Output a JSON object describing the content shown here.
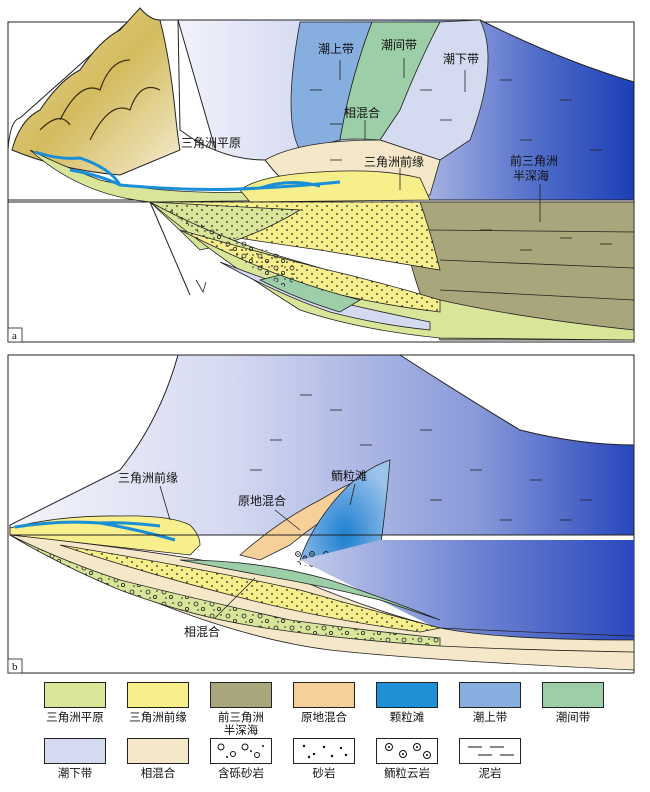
{
  "panel_a": {
    "id": "a",
    "labels": {
      "supratidal": "潮上带",
      "intertidal": "潮间带",
      "subtidal": "潮下带",
      "mixed": "相混合",
      "delta_plain": "三角洲平原",
      "delta_front": "三角洲前缘",
      "prodelta_line1": "前三角洲",
      "prodelta_line2": "半深海"
    }
  },
  "panel_b": {
    "id": "b",
    "labels": {
      "delta_front": "三角洲前缘",
      "oolite_shoal": "鲕粒滩",
      "in_situ_mix": "原地混合",
      "mixed": "相混合"
    }
  },
  "legend": {
    "items": [
      {
        "label": "三角洲平原",
        "color": "#d9e69a",
        "pattern": "none"
      },
      {
        "label": "三角洲前缘",
        "color": "#f7ef8c",
        "pattern": "none"
      },
      {
        "label": "前三角洲\n半深海",
        "color": "#a8a67a",
        "pattern": "none"
      },
      {
        "label": "原地混合",
        "color": "#f7cf98",
        "pattern": "none"
      },
      {
        "label": "颗粒滩",
        "color": "#1f8fd6",
        "pattern": "none"
      },
      {
        "label": "潮上带",
        "color": "#86aede",
        "pattern": "none"
      },
      {
        "label": "潮间带",
        "color": "#9ccfa8",
        "pattern": "none"
      },
      {
        "label": "潮下带",
        "color": "#d4daf0",
        "pattern": "none"
      },
      {
        "label": "相混合",
        "color": "#f5e8c8",
        "pattern": "none"
      },
      {
        "label": "含砾砂岩",
        "color": "#ffffff",
        "pattern": "conglomerate"
      },
      {
        "label": "砂岩",
        "color": "#ffffff",
        "pattern": "sand"
      },
      {
        "label": "鲕粒云岩",
        "color": "#ffffff",
        "pattern": "oolite"
      },
      {
        "label": "泥岩",
        "color": "#ffffff",
        "pattern": "mud"
      }
    ]
  }
}
